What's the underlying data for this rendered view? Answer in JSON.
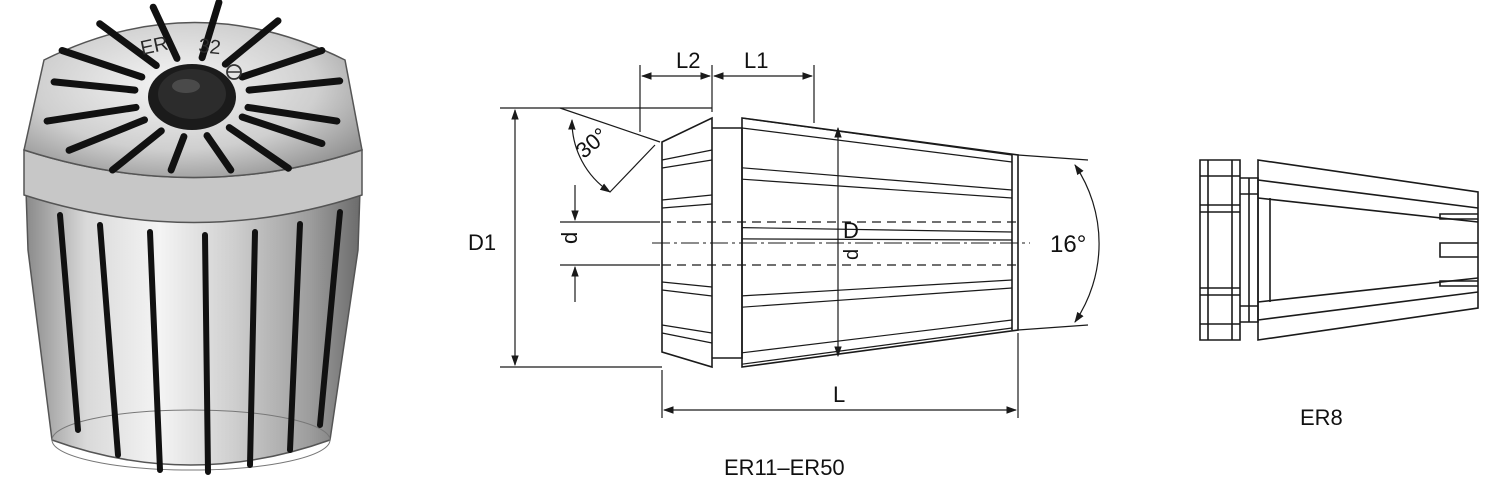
{
  "photo": {
    "engraving_series": "ER",
    "engraving_size": "32"
  },
  "main_drawing": {
    "caption": "ER11–ER50",
    "labels": {
      "l2": "L2",
      "l1": "L1",
      "angle_nose": "30°",
      "angle_taper": "16°",
      "d1": "D1",
      "d": "d",
      "D": "D",
      "rotated_d": "d",
      "L": "L"
    }
  },
  "side_drawing": {
    "caption": "ER8"
  },
  "colors": {
    "line": "#1a1a1a",
    "slot": "#111111",
    "steel_light": "#e8e8e8",
    "steel_mid": "#b9b9b9",
    "steel_dark": "#6e6e6e"
  }
}
